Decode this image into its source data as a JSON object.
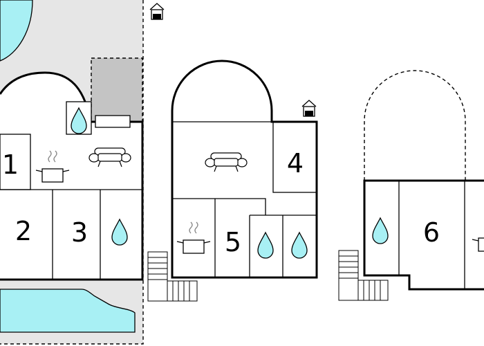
{
  "colors": {
    "background": "#ffffff",
    "terrace": "#e6e6e6",
    "pool": "#a8f0f4",
    "water": "#a8f0f4",
    "dark_patch": "#c4c4c4",
    "stroke": "#000000"
  },
  "rooms": [
    {
      "id": "1",
      "label": "1"
    },
    {
      "id": "2",
      "label": "2"
    },
    {
      "id": "3",
      "label": "3"
    },
    {
      "id": "4",
      "label": "4"
    },
    {
      "id": "5",
      "label": "5"
    },
    {
      "id": "6",
      "label": "6"
    }
  ],
  "icons": {
    "bathroom": "water-drop-icon",
    "kitchen": "cooking-pot-icon",
    "living": "sofa-icon",
    "fireplace": "fireplace-icon",
    "stairs": "stairs-icon"
  }
}
